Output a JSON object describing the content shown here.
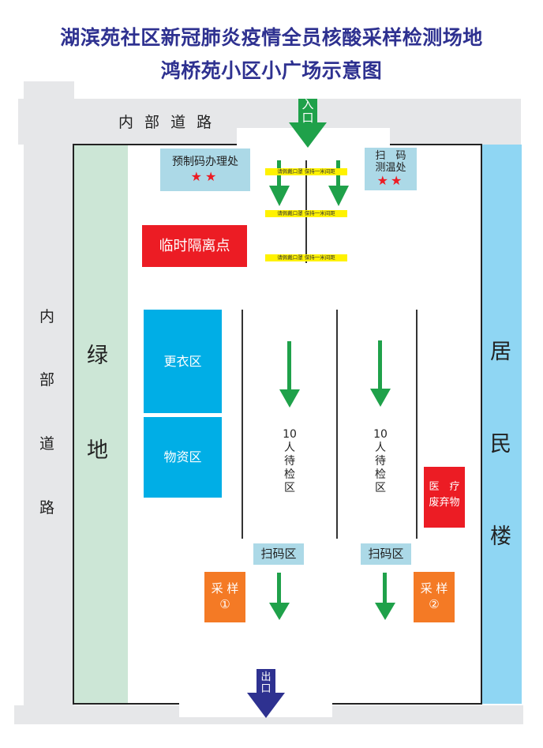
{
  "title": {
    "line1": "湖滨苑社区新冠肺炎疫情全员核酸采样检测场地",
    "line2": "鸿桥苑小区小广场示意图"
  },
  "roads": {
    "top_label": "内 部 道 路",
    "left_chars": [
      "内",
      "部",
      "道",
      "路"
    ]
  },
  "green_belt": {
    "chars": [
      "绿",
      "地"
    ]
  },
  "residential": {
    "chars": [
      "居",
      "民",
      "楼"
    ]
  },
  "entrance": {
    "label_chars": [
      "入",
      "口"
    ],
    "color": "#1fa14a"
  },
  "exit": {
    "label_chars": [
      "出",
      "口"
    ],
    "color": "#2e3190"
  },
  "stations": {
    "precode": {
      "label": "预制码办理处",
      "stars": "★★"
    },
    "scan_temp": {
      "line1": "扫　码",
      "line2": "测温处",
      "stars": "★★"
    },
    "isolation": {
      "label": "临时隔离点"
    },
    "changing": {
      "label": "更衣区"
    },
    "supplies": {
      "label": "物资区"
    },
    "medical_waste": {
      "line1": "医　疗",
      "line2": "废弃物"
    },
    "waiting_left": {
      "count": "10",
      "chars": [
        "人",
        "待",
        "检",
        "区"
      ]
    },
    "waiting_right": {
      "count": "10",
      "chars": [
        "人",
        "待",
        "检",
        "区"
      ]
    },
    "scan_left": {
      "label": "扫码区"
    },
    "scan_right": {
      "label": "扫码区"
    },
    "sample1": {
      "line1": "采 样",
      "line2": "①"
    },
    "sample2": {
      "line1": "采 样",
      "line2": "②"
    }
  },
  "banners": [
    "请佩戴口罩 保持一米间距",
    "请佩戴口罩 保持一米间距",
    "请佩戴口罩 保持一米间距"
  ],
  "colors": {
    "title": "#2e3190",
    "road": "#e6e7e9",
    "green_belt": "#cce6d6",
    "residential": "#8fd6f3",
    "arrow": "#1fa14a",
    "red": "#ec1c24",
    "cyan": "#00aee6",
    "orange": "#f47a25",
    "light_blue": "#acd9e7",
    "banner_yellow": "#fff200"
  }
}
